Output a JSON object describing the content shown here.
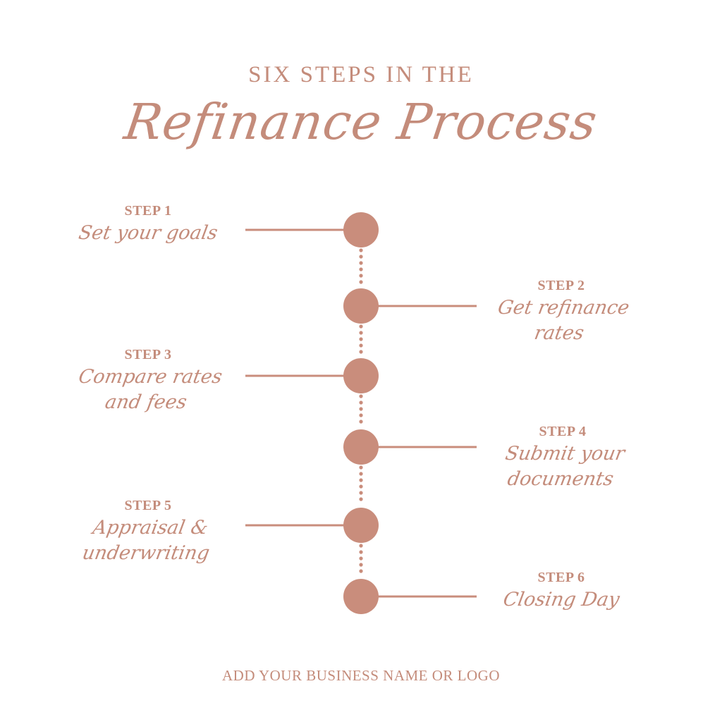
{
  "colors": {
    "accent": "#c98d7c",
    "text": "#c48c7b",
    "background": "#ffffff"
  },
  "header": {
    "kicker": "SIX STEPS IN THE",
    "title": "Refinance Process"
  },
  "steps": [
    {
      "label": "STEP 1",
      "description": "Set your goals",
      "side": "left"
    },
    {
      "label": "STEP 2",
      "description": "Get refinance rates",
      "side": "right"
    },
    {
      "label": "STEP 3",
      "description": "Compare rates and fees",
      "side": "left"
    },
    {
      "label": "STEP 4",
      "description": "Submit your documents",
      "side": "right"
    },
    {
      "label": "STEP 5",
      "description": "Appraisal & underwriting",
      "side": "left"
    },
    {
      "label": "STEP 6",
      "description": "Closing Day",
      "side": "right"
    }
  ],
  "footer": {
    "text": "ADD YOUR BUSINESS NAME OR LOGO"
  }
}
